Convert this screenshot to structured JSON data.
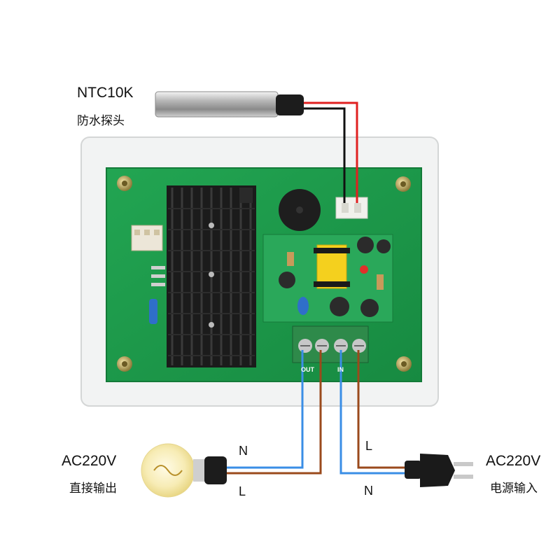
{
  "probe": {
    "model": "NTC10K",
    "desc": "防水探头"
  },
  "output": {
    "voltage": "AC220V",
    "desc": "直接输出",
    "wire_top": "N",
    "wire_bottom": "L"
  },
  "input": {
    "voltage": "AC220V",
    "desc": "电源输入",
    "wire_top": "L",
    "wire_bottom": "N"
  },
  "terminal": {
    "out_label": "OUT",
    "in_label": "IN"
  },
  "colors": {
    "pcb": "#1f9a4c",
    "wire_blue": "#3a8ee6",
    "wire_brown": "#9a4a1c",
    "wire_red": "#e02020",
    "wire_black": "#111111",
    "heatsink": "#1b1b1b",
    "enclosure": "#f2f3f3"
  }
}
